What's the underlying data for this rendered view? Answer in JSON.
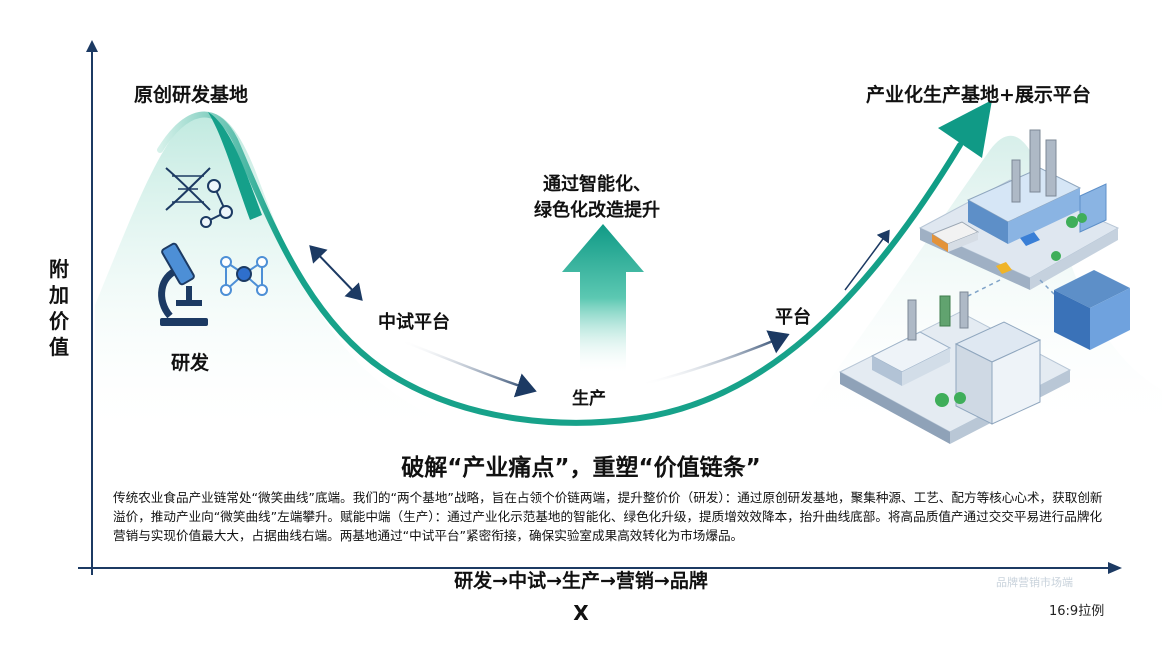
{
  "diagram": {
    "labels": {
      "left_peak": "原创研发基地",
      "right_peak": "产业化生产基地+展示平台",
      "center_title_line1": "通过智能化、",
      "center_title_line2": "绿色化改造提升",
      "rd": "研发",
      "pilot": "中试平台",
      "production": "生产",
      "platform": "平台"
    },
    "y_axis": {
      "label": "附加价值"
    },
    "headline": "破解“产业痛点”，重塑“价值链条”",
    "description": "传统农业食品产业链常处“微笑曲线”底端。我们的“两个基地”战略，旨在占领个价链两端，提升整价价（研发）：通过原创研发基地，聚集种源、工艺、配方等核心心术，获取创新溢价，推动产业向“微笑曲线”左端攀升。赋能中端（生产）：通过产业化示范基地的智能化、绿色化升级，提质增效效降本，抬升曲线底部。将高品质值产通过交交平易进行品牌化营销与实现价值最大大，占据曲线右端。两基地通过“中试平台”紧密衔接，确保实验室成果高效转化为市场爆品。",
    "x_axis": {
      "flow": "研发→中试→生产→营销→品牌",
      "symbol": "X"
    },
    "ratio_note": "16:9拉例",
    "watermark": "品牌营销市场端",
    "colors": {
      "curve": "#13a38c",
      "mountain_light": "#dff4ef",
      "arrow_dark": "#1c3a63",
      "axis": "#1c3a63",
      "building_blue": "#4d8fd6"
    },
    "icons": [
      "dna-icon",
      "molecule-icon",
      "microscope-icon",
      "factory-icon",
      "office-building-icon",
      "truck-icon",
      "tree-icon"
    ]
  }
}
